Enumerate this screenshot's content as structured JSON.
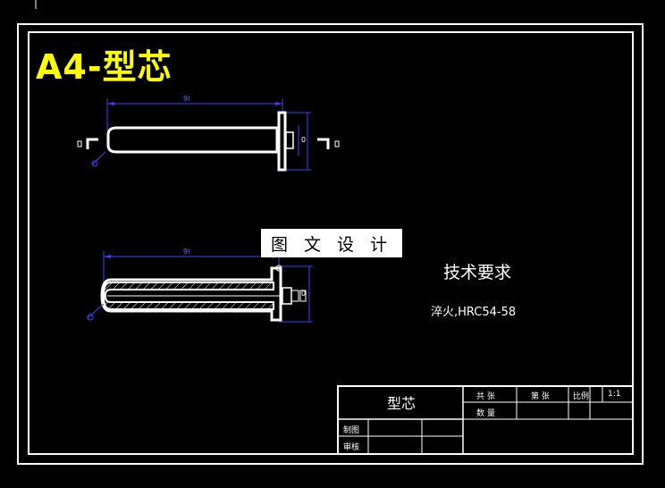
{
  "drawing": {
    "title": "A4-型芯",
    "watermark": "图 文 设 计"
  },
  "technical_requirements": {
    "heading": "技术要求",
    "text": "淬火,HRC54-58"
  },
  "title_block": {
    "part_name": "型芯",
    "total_sheets_label": "共 张",
    "sheet_number_label": "第 张",
    "scale_label": "比例",
    "scale_value": "1:1",
    "quantity_label": "数 量",
    "drawn_by_label": "制图",
    "checked_by_label": "审核"
  },
  "dimensions": {
    "top_length": "9l",
    "bottom_length": "9l",
    "top_roughness": "0",
    "bottom_roughness": "0"
  },
  "colors": {
    "background": "#000000",
    "line": "#ffffff",
    "title": "#ffff00",
    "dimension": "#4040ff"
  }
}
